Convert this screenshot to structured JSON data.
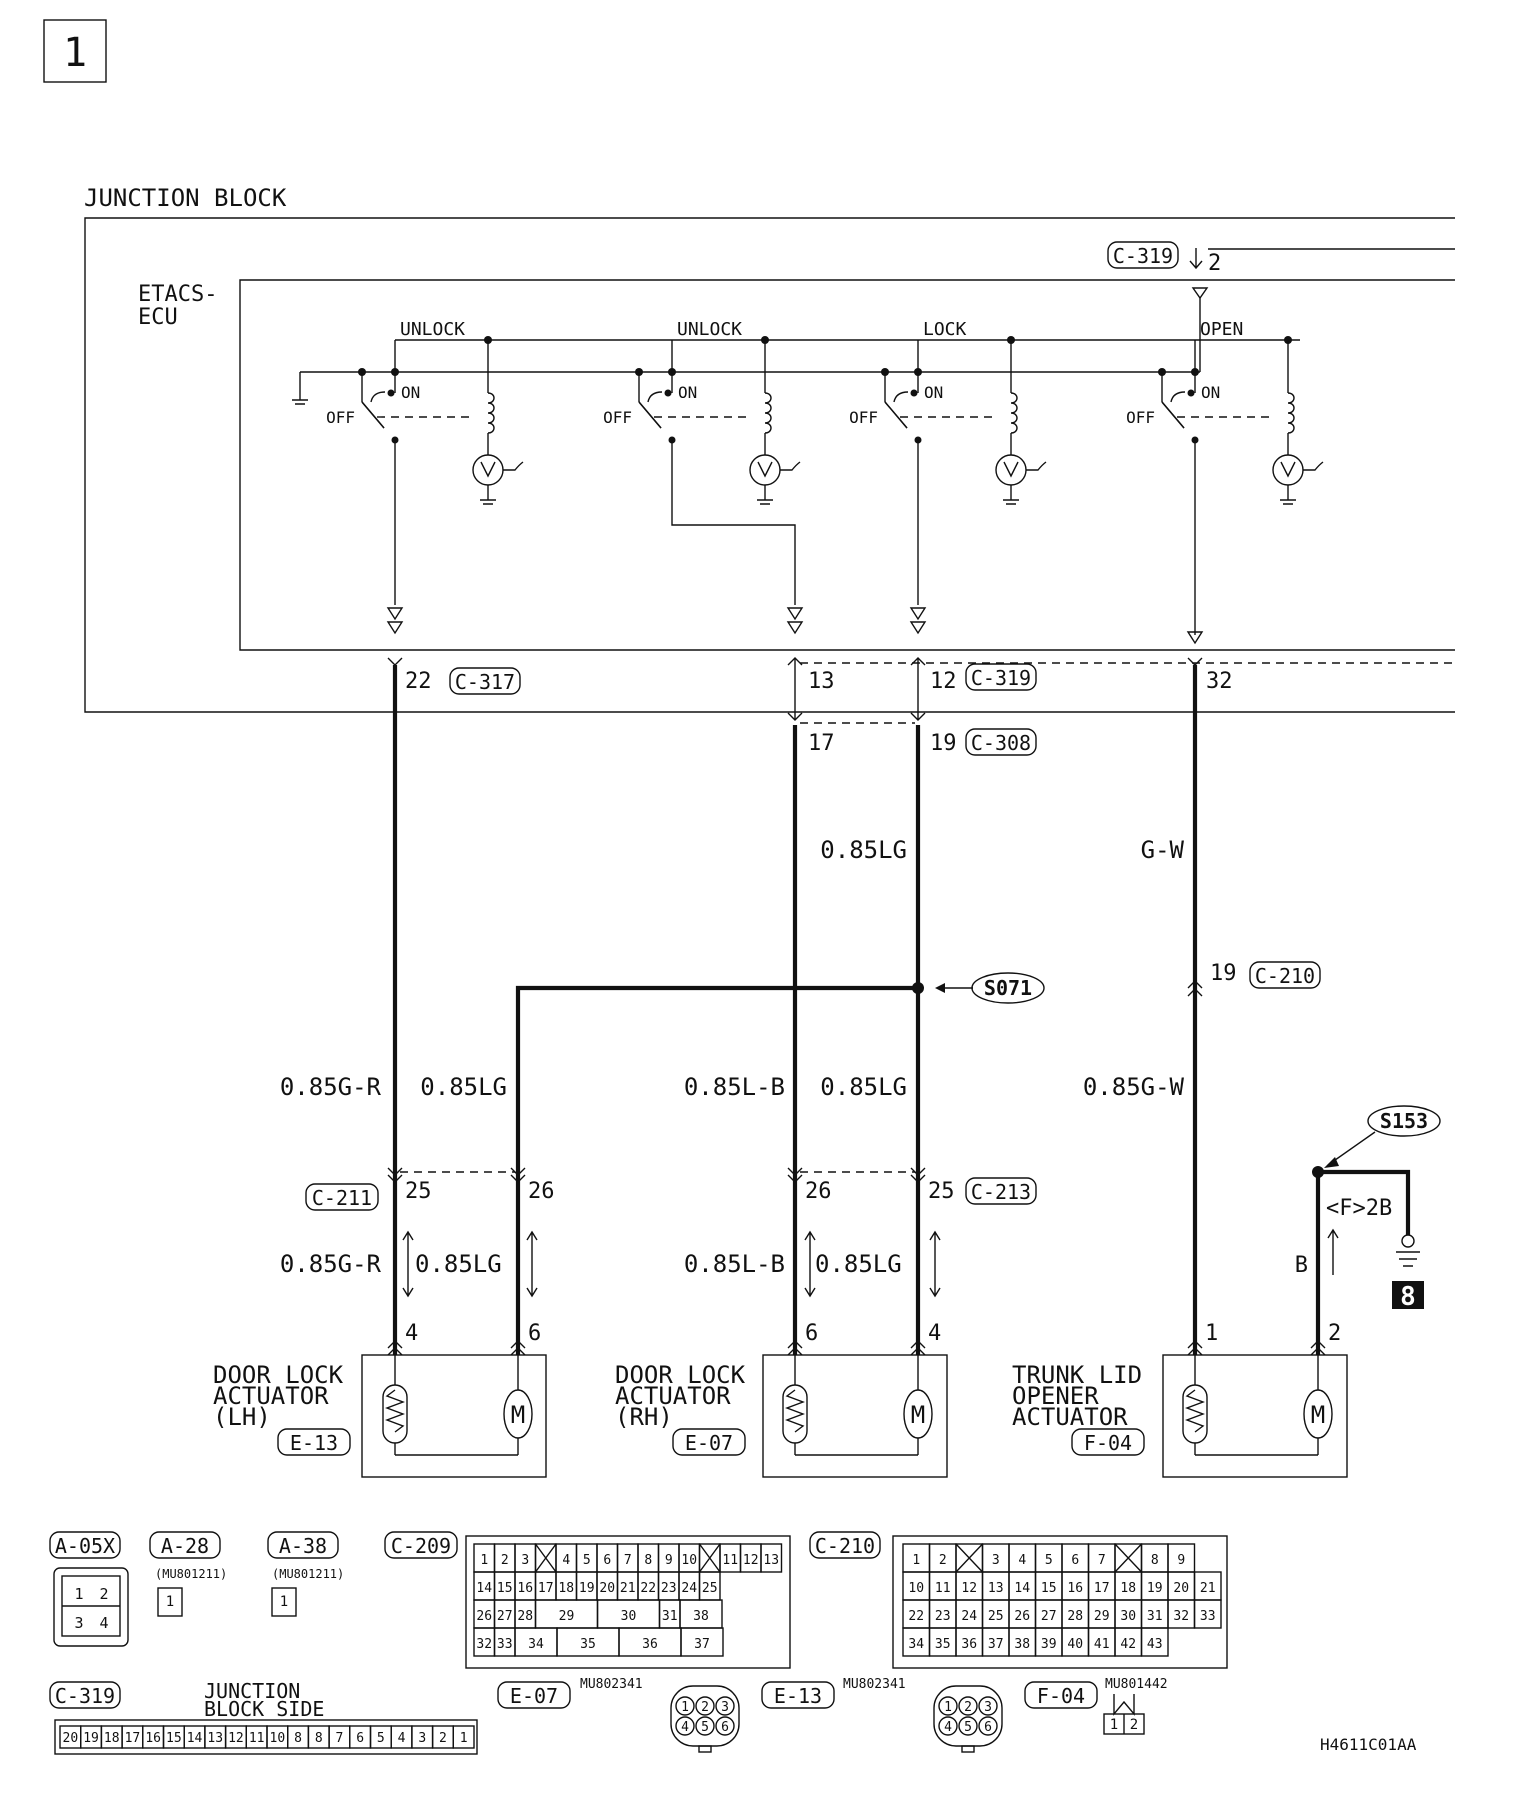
{
  "page": {
    "section_number": "1",
    "figure_code": "H4611C01AA"
  },
  "junction_block": {
    "title": "JUNCTION BLOCK",
    "ecu_line1": "ETACS-",
    "ecu_line2": "ECU",
    "c319_top": "C-319",
    "c319_top_pin": "2"
  },
  "relays": [
    {
      "function": "UNLOCK",
      "on": "ON",
      "off": "OFF"
    },
    {
      "function": "UNLOCK",
      "on": "ON",
      "off": "OFF"
    },
    {
      "function": "LOCK",
      "on": "ON",
      "off": "OFF"
    },
    {
      "function": "OPEN",
      "on": "ON",
      "off": "OFF"
    }
  ],
  "ecu_pins": {
    "lh_pin": "22",
    "lh_conn": "C-317",
    "p13": "13",
    "p12": "12",
    "conn_c319": "C-319",
    "p32": "32",
    "p17": "17",
    "p19": "19",
    "conn_c308": "C-308"
  },
  "wires": {
    "lg_upper": "0.85LG",
    "gw_upper": "G-W",
    "splice_s071": "S071",
    "trunk_pin19": "19",
    "conn_c210": "C-210",
    "lh_gr": "0.85G-R",
    "lh_lg": "0.85LG",
    "rh_lb": "0.85L-B",
    "rh_lg": "0.85LG",
    "trunk_gw": "0.85G-W",
    "splice_s153": "S153",
    "ground_ref": "<F>2B",
    "ground_number": "8",
    "black_wire": "B",
    "c211": "C-211",
    "c211_p25": "25",
    "c211_p26": "26",
    "c213": "C-213",
    "c213_p26": "26",
    "c213_p25": "25",
    "lower_lh_gr": "0.85G-R",
    "lower_lh_lg": "0.85LG",
    "lower_rh_lb": "0.85L-B",
    "lower_rh_lg": "0.85LG"
  },
  "actuators": [
    {
      "line1": "DOOR LOCK",
      "line2": "ACTUATOR",
      "line3": "(LH)",
      "conn": "E-13",
      "pin_a": "4",
      "pin_b": "6"
    },
    {
      "line1": "DOOR LOCK",
      "line2": "ACTUATOR",
      "line3": "(RH)",
      "conn": "E-07",
      "pin_a": "6",
      "pin_b": "4"
    },
    {
      "line1": "TRUNK LID",
      "line2": "OPENER",
      "line3": "ACTUATOR",
      "conn": "F-04",
      "pin_a": "1",
      "pin_b": "2"
    }
  ],
  "connectors": {
    "a05x": "A-05X",
    "a05x_pins": [
      "1",
      "2",
      "3",
      "4"
    ],
    "a28": "A-28",
    "a28_part": "(MU801211)",
    "a28_pin": "1",
    "a38": "A-38",
    "a38_part": "(MU801211)",
    "a38_pin": "1",
    "c209": "C-209",
    "c209_row1": [
      "1",
      "2",
      "3",
      "",
      "4",
      "5",
      "6",
      "7",
      "8",
      "9",
      "10",
      "",
      "11",
      "12",
      "13"
    ],
    "c209_row2": [
      "14",
      "15",
      "16",
      "17",
      "18",
      "19",
      "20",
      "21",
      "22",
      "23",
      "24",
      "25"
    ],
    "c209_row3": [
      "26",
      "27",
      "28",
      "29",
      "30",
      "31",
      "38"
    ],
    "c209_row4": [
      "32",
      "33",
      "34",
      "35",
      "36",
      "37"
    ],
    "c210": "C-210",
    "c210_row1": [
      "1",
      "2",
      "",
      "3",
      "4",
      "5",
      "6",
      "7",
      "",
      "8",
      "9"
    ],
    "c210_row2": [
      "10",
      "11",
      "12",
      "13",
      "14",
      "15",
      "16",
      "17",
      "18",
      "19",
      "20",
      "21"
    ],
    "c210_row3": [
      "22",
      "23",
      "24",
      "25",
      "26",
      "27",
      "28",
      "29",
      "30",
      "31",
      "32",
      "33"
    ],
    "c210_row4": [
      "34",
      "35",
      "36",
      "37",
      "38",
      "39",
      "40",
      "41",
      "42",
      "43"
    ],
    "c319": "C-319",
    "c319_side_1": "JUNCTION",
    "c319_side_2": "BLOCK SIDE",
    "c319_pins": [
      "20",
      "19",
      "18",
      "17",
      "16",
      "15",
      "14",
      "13",
      "12",
      "11",
      "10",
      "8",
      "8",
      "7",
      "6",
      "5",
      "4",
      "3",
      "2",
      "1"
    ],
    "e07": "E-07",
    "e07_part": "MU802341",
    "e13": "E-13",
    "e13_part": "MU802341",
    "f04": "F-04",
    "f04_part": "MU801442",
    "round_pins": [
      "1",
      "2",
      "3",
      "4",
      "5",
      "6"
    ],
    "f04_pins": [
      "1",
      "2"
    ]
  }
}
